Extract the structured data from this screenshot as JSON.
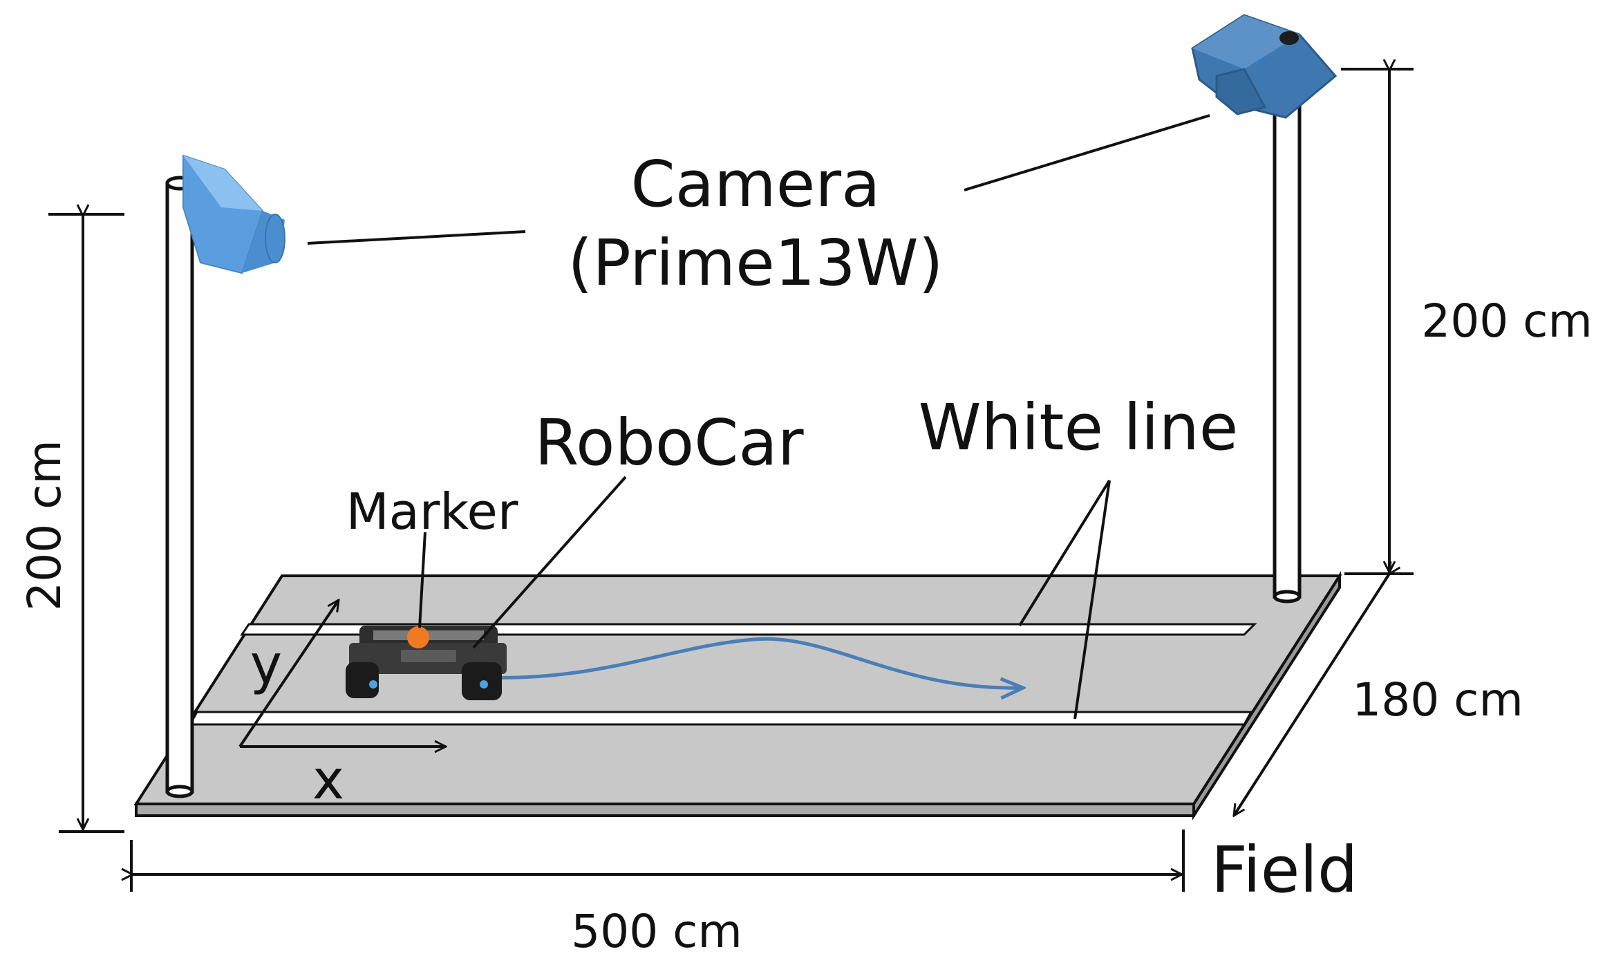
{
  "labels": {
    "camera": "Camera",
    "camera_model": "(Prime13W)",
    "robocar": "RoboCar",
    "marker": "Marker",
    "white_line": "White line",
    "field": "Field",
    "axis_x": "x",
    "axis_y": "y"
  },
  "dimensions": {
    "left_pole_height": "200 cm",
    "right_pole_height": "200 cm",
    "field_depth": "180 cm",
    "field_length": "500 cm"
  },
  "colors": {
    "field": "#c8c8c8",
    "camera_left": "#5a9ee0",
    "camera_right": "#3f78b0",
    "marker": "#f07a22",
    "trajectory": "#4a7fb5",
    "lines": "#111111"
  }
}
